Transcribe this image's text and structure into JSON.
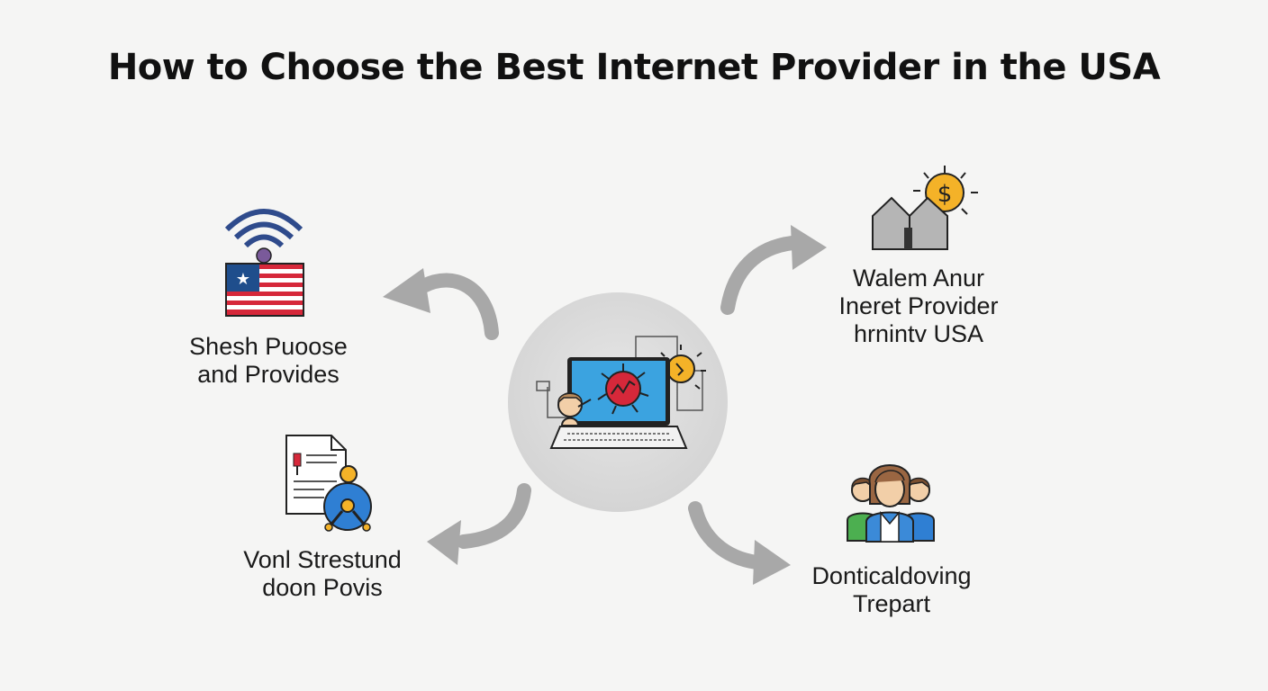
{
  "title": "How to Choose the Best Internet Provider in the USA",
  "nodes": {
    "top_left": {
      "icon": "wifi-flag-icon",
      "line1": "Shesh Puoose",
      "line2": "and Provides"
    },
    "top_right": {
      "icon": "house-dollar-icon",
      "line1": "Walem Anur",
      "line2": "Ineret Provider",
      "line3": "hrnintv USA"
    },
    "bottom_left": {
      "icon": "document-user-icon",
      "line1": "Vonl Strestund",
      "line2": "doon Povis"
    },
    "bottom_right": {
      "icon": "people-group-icon",
      "line1": "Donticaldoving",
      "line2": "Trepart"
    },
    "center": {
      "icon": "laptop-icon"
    }
  },
  "colors": {
    "background": "#f5f5f4",
    "arrow": "#a8a8a8",
    "hub": "#dedede",
    "screen": "#3ba3e0",
    "flag_red": "#d6283a",
    "flag_blue": "#1f4e8c",
    "sun": "#f4b228",
    "wifi": "#2f4b8c",
    "house": "#b5b5b5",
    "person_skin": "#f2cfa8",
    "person_hair": "#9a6642",
    "green": "#4caf50",
    "blue_shirt": "#2f7fd3"
  }
}
